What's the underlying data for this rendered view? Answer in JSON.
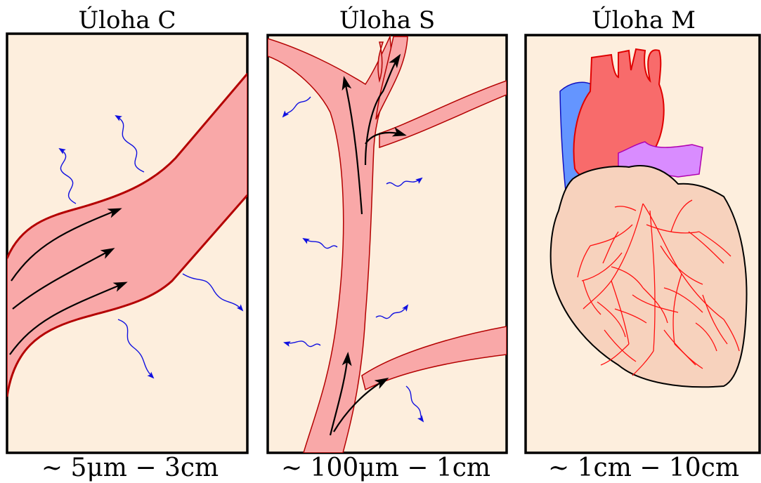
{
  "panels": [
    {
      "title": "Úloha C",
      "scale": "∼ 5μm − 3cm"
    },
    {
      "title": "Úloha S",
      "scale": "∼ 100μm − 1cm"
    },
    {
      "title": "Úloha M",
      "scale": "∼ 1cm − 10cm"
    }
  ],
  "colors": {
    "background": "#fdeedd",
    "vessel_fill": "#f9a8a8",
    "vessel_wall": "#b40000",
    "flow_arrow": "#000000",
    "diffusion_arrow": "#1010e0",
    "aorta": "#f86b6b",
    "vena_cava": "#6495ff",
    "pulmonary_artery": "#d98cff",
    "myocardium": "#f7d2bd",
    "coronary_tree": "#ff1010"
  },
  "icons": [
    "flow-arrow-icon",
    "diffusion-wave-arrow-icon",
    "heart-icon"
  ]
}
